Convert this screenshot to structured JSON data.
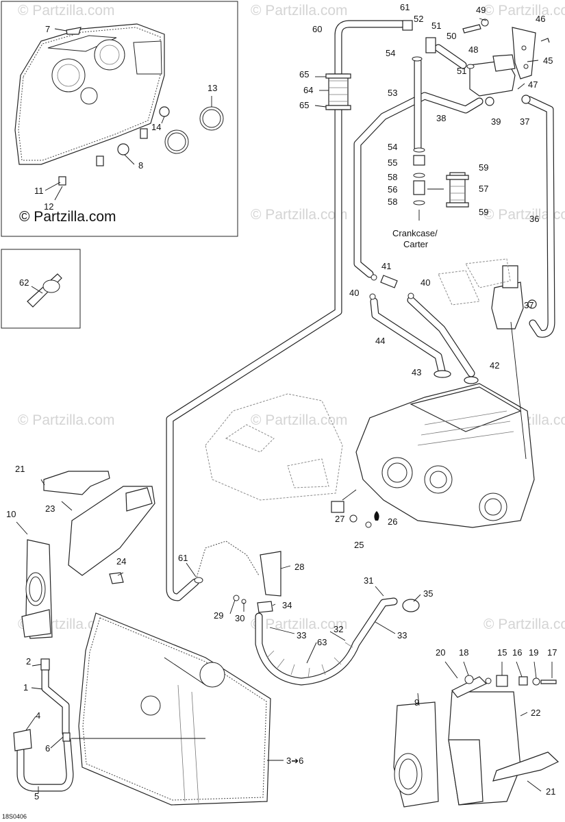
{
  "watermark": "© Partzilla.com",
  "inset": {
    "logo": "© Partzilla.com"
  },
  "drawing_code": "18S0406",
  "labels": {
    "n1": "1",
    "n2": "2",
    "n4": "4",
    "n5": "5",
    "n6": "6",
    "n7": "7",
    "n8": "8",
    "n9": "9",
    "n10": "10",
    "n11": "11",
    "n12": "12",
    "n13": "13",
    "n14": "14",
    "n15": "15",
    "n16": "16",
    "n17": "17",
    "n18": "18",
    "n19": "19",
    "n20": "20",
    "n21a": "21",
    "n21b": "21",
    "n22": "22",
    "n23": "23",
    "n24": "24",
    "n25": "25",
    "n26": "26",
    "n27": "27",
    "n28": "28",
    "n29": "29",
    "n30": "30",
    "n31": "31",
    "n32": "32",
    "n33a": "33",
    "n33b": "33",
    "n34": "34",
    "n35": "35",
    "n36": "36",
    "n37a": "37",
    "n37b": "37",
    "n38": "38",
    "n39": "39",
    "n40a": "40",
    "n40b": "40",
    "n41": "41",
    "n42": "42",
    "n43": "43",
    "n44": "44",
    "n45": "45",
    "n46": "46",
    "n47": "47",
    "n48": "48",
    "n49": "49",
    "n50": "50",
    "n51a": "51",
    "n51b": "51",
    "n52": "52",
    "n53": "53",
    "n54a": "54",
    "n54b": "54",
    "n55": "55",
    "n56": "56",
    "n57": "57",
    "n58a": "58",
    "n58b": "58",
    "n59a": "59",
    "n59b": "59",
    "n60": "60",
    "n61a": "61",
    "n61b": "61",
    "n62": "62",
    "n63": "63",
    "n64": "64",
    "n65a": "65",
    "n65b": "65",
    "n3to6": "3➔6"
  },
  "crankcase": {
    "line1": "Crankcase/",
    "line2": "Carter"
  }
}
